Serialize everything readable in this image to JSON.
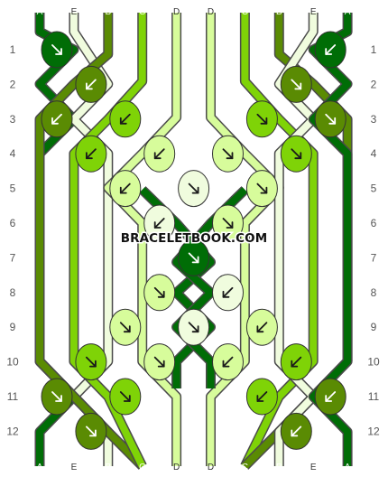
{
  "watermark": "BRACELETBOOK.COM",
  "colors": {
    "A": "#006d06",
    "B": "#5a8b03",
    "C": "#7fd307",
    "D": "#d7fc9b",
    "E": "#f0fcde"
  },
  "top_labels": [
    "A",
    "E",
    "B",
    "C",
    "D",
    "D",
    "C",
    "B",
    "E",
    "A"
  ],
  "bottom_labels": [
    "A",
    "E",
    "B",
    "C",
    "D",
    "D",
    "C",
    "B",
    "E",
    "A"
  ],
  "row_numbers": [
    "1",
    "2",
    "3",
    "4",
    "5",
    "6",
    "7",
    "8",
    "9",
    "10",
    "11",
    "12"
  ],
  "rows": [
    [
      {
        "col": 0,
        "arrow": "dr",
        "color": "A"
      },
      {
        "col": 8,
        "arrow": "dl",
        "color": "A"
      }
    ],
    [
      {
        "col": 1,
        "arrow": "dl",
        "color": "B"
      },
      {
        "col": 7,
        "arrow": "dr",
        "color": "B"
      }
    ],
    [
      {
        "col": 0,
        "arrow": "dl",
        "color": "B"
      },
      {
        "col": 2,
        "arrow": "dl",
        "color": "C"
      },
      {
        "col": 6,
        "arrow": "dr",
        "color": "C"
      },
      {
        "col": 8,
        "arrow": "dr",
        "color": "B"
      }
    ],
    [
      {
        "col": 1,
        "arrow": "dl",
        "color": "C"
      },
      {
        "col": 3,
        "arrow": "dl",
        "color": "D"
      },
      {
        "col": 5,
        "arrow": "dr",
        "color": "D"
      },
      {
        "col": 7,
        "arrow": "dr",
        "color": "C"
      }
    ],
    [
      {
        "col": 2,
        "arrow": "dl",
        "color": "D"
      },
      {
        "col": 4,
        "arrow": "dr",
        "color": "E"
      },
      {
        "col": 6,
        "arrow": "dr",
        "color": "D"
      }
    ],
    [
      {
        "col": 3,
        "arrow": "dl",
        "color": "E"
      },
      {
        "col": 5,
        "arrow": "dr",
        "color": "D"
      }
    ],
    [
      {
        "col": 4,
        "arrow": "dr",
        "color": "A"
      }
    ],
    [
      {
        "col": 3,
        "arrow": "dr",
        "color": "D"
      },
      {
        "col": 5,
        "arrow": "dl",
        "color": "E"
      }
    ],
    [
      {
        "col": 2,
        "arrow": "dr",
        "color": "D"
      },
      {
        "col": 4,
        "arrow": "dr",
        "color": "E"
      },
      {
        "col": 6,
        "arrow": "dl",
        "color": "D"
      }
    ],
    [
      {
        "col": 1,
        "arrow": "dr",
        "color": "C"
      },
      {
        "col": 3,
        "arrow": "dr",
        "color": "D"
      },
      {
        "col": 5,
        "arrow": "dl",
        "color": "D"
      },
      {
        "col": 7,
        "arrow": "dl",
        "color": "C"
      }
    ],
    [
      {
        "col": 0,
        "arrow": "dr",
        "color": "B"
      },
      {
        "col": 2,
        "arrow": "dr",
        "color": "C"
      },
      {
        "col": 6,
        "arrow": "dl",
        "color": "C"
      },
      {
        "col": 8,
        "arrow": "dl",
        "color": "B"
      }
    ],
    [
      {
        "col": 1,
        "arrow": "dr",
        "color": "B"
      },
      {
        "col": 7,
        "arrow": "dl",
        "color": "B"
      }
    ]
  ]
}
